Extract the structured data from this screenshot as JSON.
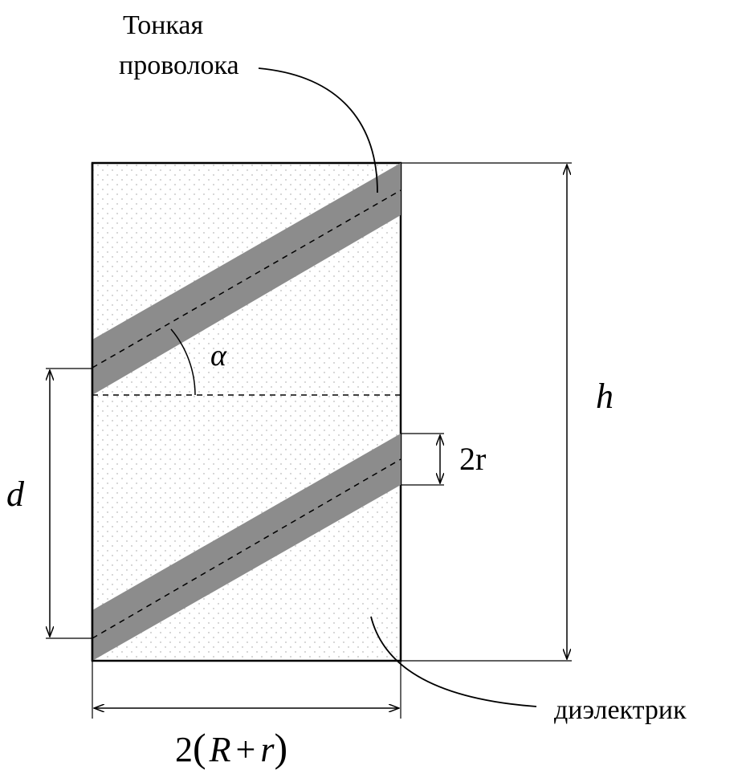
{
  "labels": {
    "wire_line1": "Тонкая",
    "wire_line2": "проволока",
    "dielectric": "диэлектрик",
    "angle": "α",
    "height": "h",
    "pitch": "d",
    "wire_diameter": "2r",
    "width_prefix": "2",
    "width_open": "(",
    "width_R": "R",
    "width_plus": "+",
    "width_r": "r",
    "width_close": ")"
  },
  "colors": {
    "wire": "#8c8c8c",
    "dots": "#9a9a9a",
    "line": "#000000"
  }
}
